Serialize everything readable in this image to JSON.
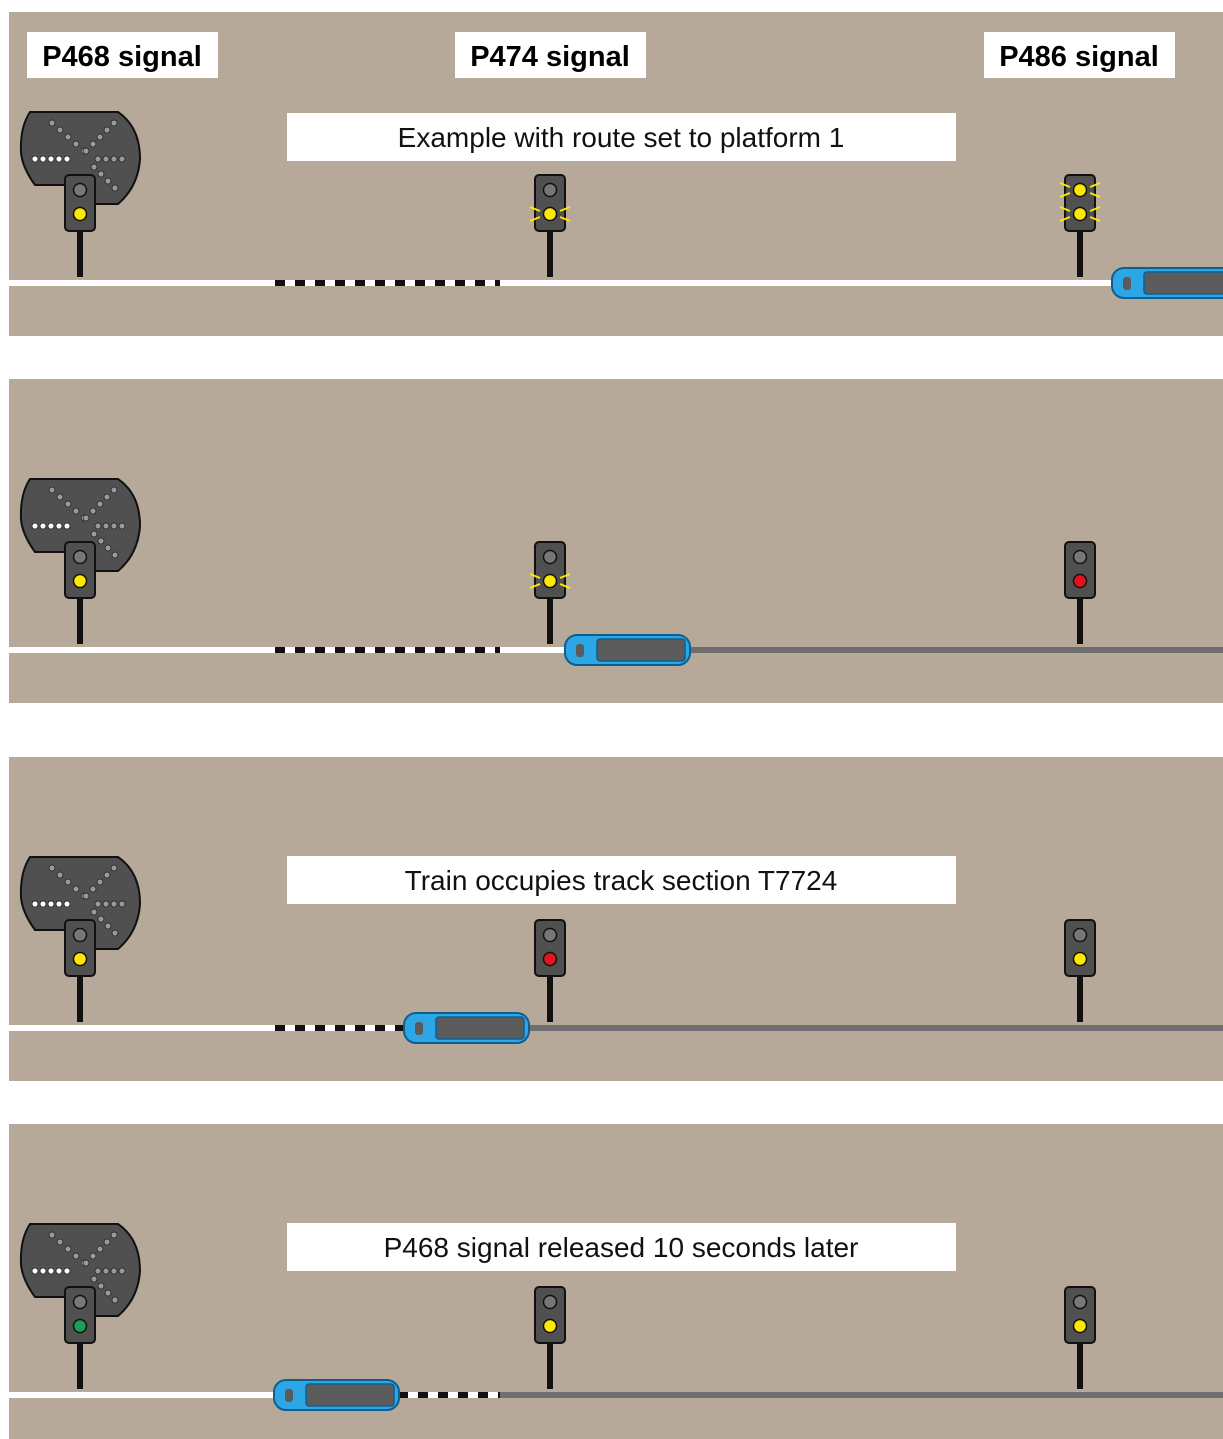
{
  "signal_headers": {
    "p468": "P468 signal",
    "p474": "P474 signal",
    "p486": "P486 signal"
  },
  "colors": {
    "background": "#b6a99a",
    "signal_body": "#505050",
    "aspect_off": "#777777",
    "aspect_yellow": "#ffe800",
    "aspect_red": "#e3151c",
    "aspect_green": "#1d9e53",
    "track_clear": "#ffffff",
    "track_occupied": "#6e6e6e",
    "train_body": "#2da6e6",
    "train_window": "#5b5b5b"
  },
  "panels": [
    {
      "caption": "Example with route set to platform 1",
      "aspects": {
        "p468": "yellow",
        "p474": "single-yellow-flashing",
        "p486": "double-yellow-flashing"
      },
      "route_indicator": "platform 1",
      "train_at": "p486"
    },
    {
      "caption": "",
      "aspects": {
        "p468": "yellow",
        "p474": "single-yellow-flashing",
        "p486": "red"
      },
      "route_indicator": "platform 1",
      "train_at": "p474"
    },
    {
      "caption": "Train occupies track section T7724",
      "aspects": {
        "p468": "yellow",
        "p474": "red",
        "p486": "yellow"
      },
      "route_indicator": "platform 1",
      "train_at": "T7724"
    },
    {
      "caption": "P468 signal released 10 seconds later",
      "aspects": {
        "p468": "green",
        "p474": "yellow",
        "p486": "yellow"
      },
      "route_indicator": "platform 1",
      "train_at": "p468"
    }
  ]
}
